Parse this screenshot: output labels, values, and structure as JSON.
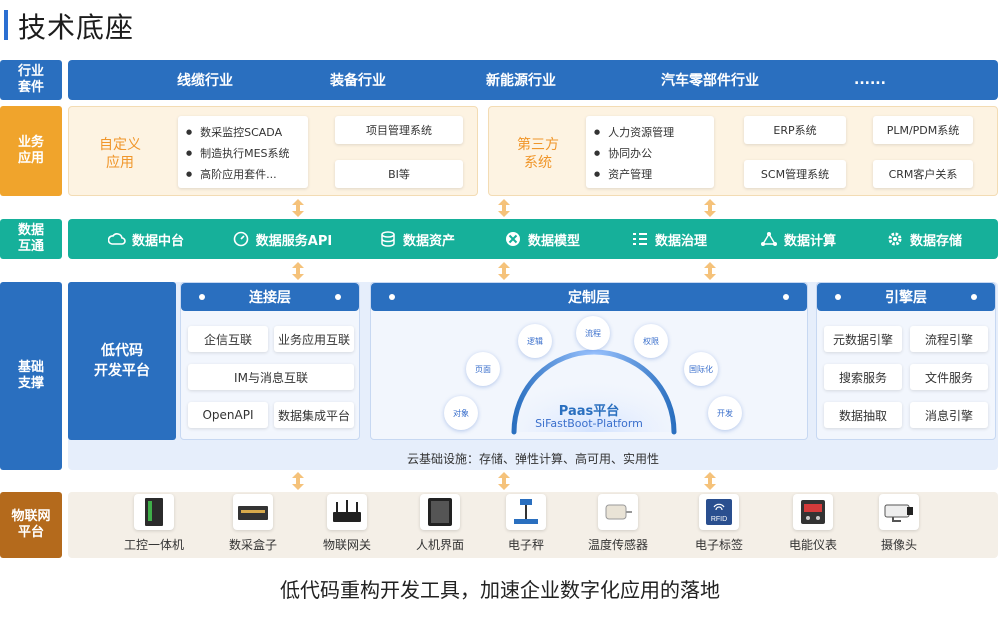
{
  "page_title": "技术底座",
  "rows": {
    "industry": "行业\n套件",
    "business": "业务\n应用",
    "data": "数据\n互通",
    "base": "基础\n支撑",
    "iot": "物联网\n平台"
  },
  "industry_items": [
    "线缆行业",
    "装备行业",
    "新能源行业",
    "汽车零部件行业",
    "......"
  ],
  "business": {
    "custom_title": "自定义\n应用",
    "custom_list": [
      "数采监控SCADA",
      "制造执行MES系统",
      "高阶应用套件..."
    ],
    "project_mgmt": "项目管理系统",
    "bi": "BI等",
    "third_title": "第三方\n系统",
    "third_list": [
      "人力资源管理",
      "协同办公",
      "资产管理"
    ],
    "erp": "ERP系统",
    "plm": "PLM/PDM系统",
    "scm": "SCM管理系统",
    "crm": "CRM客户关系"
  },
  "data_items": [
    "数据中台",
    "数据服务API",
    "数据资产",
    "数据模型",
    "数据治理",
    "数据计算",
    "数据存储"
  ],
  "base": {
    "lowcode": "低代码\n开发平台",
    "connect_title": "连接层",
    "connect_items": [
      "企信互联",
      "业务应用互联",
      "IM与消息互联",
      "OpenAPI",
      "数据集成平台"
    ],
    "custom_title": "定制层",
    "paas_title": "Paas平台",
    "paas_sub": "SiFastBoot-Platform",
    "paas_nodes": [
      "对象",
      "页面",
      "逻辑",
      "流程",
      "权限",
      "国际化",
      "开发"
    ],
    "engine_title": "引擎层",
    "engine_items": [
      "元数据引擎",
      "流程引擎",
      "搜索服务",
      "文件服务",
      "数据抽取",
      "消息引擎"
    ],
    "cloud": "云基础设施：存储、弹性计算、高可用、实用性"
  },
  "iot_devices": [
    "工控一体机",
    "数采盒子",
    "物联网关",
    "人机界面",
    "电子秤",
    "温度传感器",
    "电子标签",
    "电能仪表",
    "摄像头"
  ],
  "device_icon_text": {
    "rfid": "RFID"
  },
  "slogan": "低代码重构开发工具，加速企业数字化应用的落地",
  "colors": {
    "blue": "#2a6fbf",
    "orange": "#f0a42c",
    "teal": "#16b09a",
    "brown": "#b46a1c"
  }
}
